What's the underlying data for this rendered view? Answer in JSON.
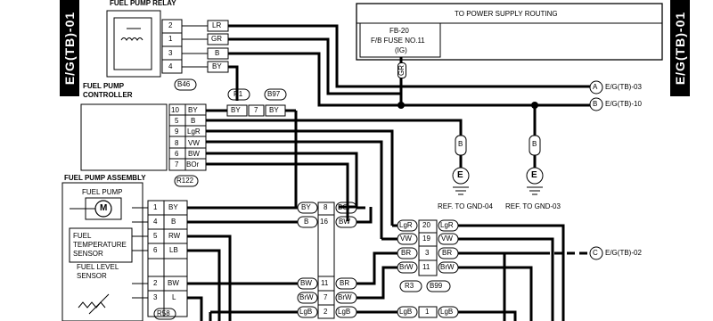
{
  "sidebar": {
    "left_text": "E/G(TB)-01",
    "right_text": "E/G(TB)-01"
  },
  "relay": {
    "title": "FUEL PUMP RELAY",
    "ref": "B46",
    "pins": [
      {
        "num": "2",
        "wire": "LR"
      },
      {
        "num": "1",
        "wire": "GR"
      },
      {
        "num": "3",
        "wire": "B"
      },
      {
        "num": "4",
        "wire": "BY"
      }
    ]
  },
  "power": {
    "title": "TO POWER SUPPLY ROUTING",
    "fuse_lines": [
      "FB-20",
      "F/B FUSE NO.11",
      "(IG)"
    ],
    "wire": "GR"
  },
  "controller": {
    "title": [
      "FUEL PUMP",
      "CONTROLLER"
    ],
    "ref": "R122",
    "pins": [
      {
        "num": "10",
        "wire": "BY"
      },
      {
        "num": "5",
        "wire": "B"
      },
      {
        "num": "9",
        "wire": "LgR"
      },
      {
        "num": "8",
        "wire": "VW"
      },
      {
        "num": "6",
        "wire": "BW"
      },
      {
        "num": "7",
        "wire": "BOr"
      }
    ]
  },
  "joint_r1": {
    "left_ref": "R1",
    "right_ref": "B97",
    "pin": "7",
    "wire_left": "BY",
    "wire_right": "BY"
  },
  "offpage": [
    {
      "letter": "A",
      "label": "E/G(TB)-03"
    },
    {
      "letter": "B",
      "label": "E/G(TB)-10"
    },
    {
      "letter": "C",
      "label": "E/G(TB)-02"
    }
  ],
  "grounds": [
    {
      "wire": "B",
      "symbol": "E",
      "ref": "REF. TO GND-04"
    },
    {
      "wire": "B",
      "symbol": "E",
      "ref": "REF. TO GND-03"
    }
  ],
  "assembly": {
    "title": "FUEL PUMP ASSEMBLY",
    "pump_label": "FUEL PUMP",
    "motor": "M",
    "temp_sensor": [
      "FUEL",
      "TEMPERATURE",
      "SENSOR"
    ],
    "level_sensor": [
      "FUEL LEVEL",
      "SENSOR"
    ],
    "ref": "R58",
    "pins": [
      {
        "num": "1",
        "wire": "BY"
      },
      {
        "num": "4",
        "wire": "B"
      },
      {
        "num": "5",
        "wire": "RW"
      },
      {
        "num": "6",
        "wire": "LB"
      },
      {
        "num": "2",
        "wire": "BW"
      },
      {
        "num": "3",
        "wire": "L"
      }
    ]
  },
  "joint_middle": {
    "rows": [
      {
        "num": "8",
        "left": "BY",
        "right": "BOr"
      },
      {
        "num": "16",
        "left": "B",
        "right": "BW"
      },
      {
        "num": "11",
        "left": "BW",
        "right": "BR"
      },
      {
        "num": "7",
        "left": "BrW",
        "right": "BrW"
      },
      {
        "num": "2",
        "left": "LgB",
        "right": "LgB"
      }
    ]
  },
  "joint_r3": {
    "left_ref": "R3",
    "right_ref": "B99",
    "rows": [
      {
        "num": "20",
        "left": "LgR",
        "right": "LgR"
      },
      {
        "num": "19",
        "left": "VW",
        "right": "VW"
      },
      {
        "num": "3",
        "left": "BR",
        "right": "BR"
      },
      {
        "num": "11",
        "left": "BrW",
        "right": "BrW"
      },
      {
        "num": "1",
        "left": "LgB",
        "right": "LgB"
      }
    ]
  }
}
